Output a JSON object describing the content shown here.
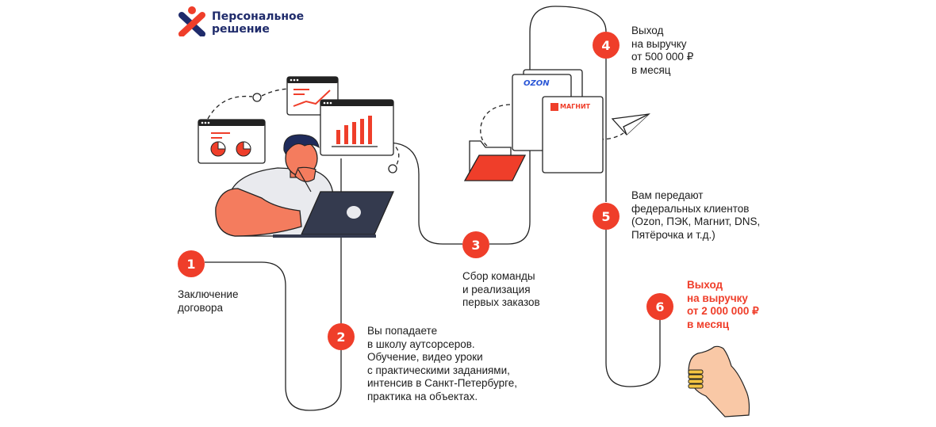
{
  "brand": {
    "name": "Персональное\nрешение"
  },
  "colors": {
    "accent": "#ef3e2a",
    "brand_blue": "#1f2b6b",
    "line": "#222222"
  },
  "steps": [
    {
      "number": "1",
      "text": "Заключение\nдоговора",
      "highlight": false
    },
    {
      "number": "2",
      "text": "Вы попадаете\nв школу аутсорсеров.\nОбучение, видео уроки\nс практическими заданиями,\nинтенсив в Санкт-Петербурге,\nпрактика на объектах.",
      "highlight": false
    },
    {
      "number": "3",
      "text": "Сбор команды\nи реализация\nпервых заказов",
      "highlight": false
    },
    {
      "number": "4",
      "text": "Выход\nна выручку\nот 500 000 ₽\nв месяц",
      "highlight": false
    },
    {
      "number": "5",
      "text": "Вам передают\nфедеральных клиентов\n(Ozon, ПЭК, Магнит, DNS,\nПятёрочка и т.д.)",
      "highlight": false
    },
    {
      "number": "6",
      "text": "Выход\nна выручку\nот 2 000 000 ₽\nв месяц",
      "highlight": true
    }
  ],
  "illustrations": {
    "documents": {
      "ozon_label": "OZON",
      "magnit_label": "МАГНИТ"
    },
    "icons": [
      "laptop-icon",
      "pie-chart-window",
      "line-chart-window",
      "bar-chart-window",
      "folder-icon",
      "paper-plane-icon",
      "coin-hand-icon"
    ]
  }
}
